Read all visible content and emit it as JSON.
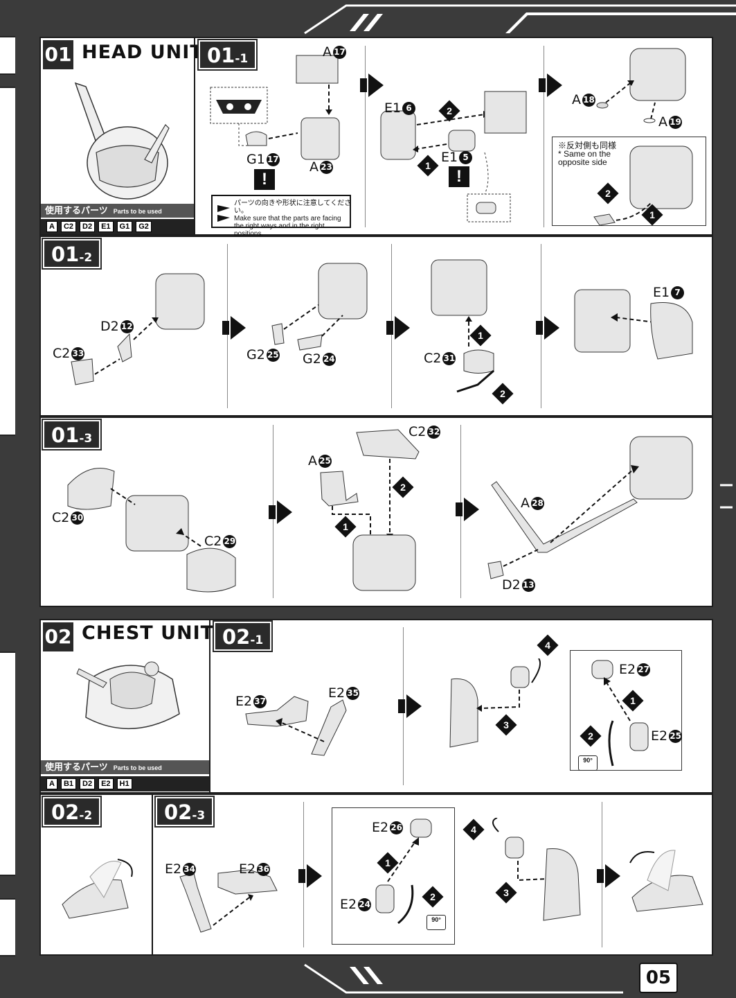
{
  "page": {
    "number": "05"
  },
  "head_unit": {
    "tag": "01",
    "title": "HEAD UNIT",
    "parts_label_jp": "使用するパーツ",
    "parts_label_en": "Parts to be used",
    "parts": [
      "A",
      "C2",
      "D2",
      "E1",
      "G1",
      "G2"
    ]
  },
  "step_01_1": {
    "tag": "01",
    "sub": "-1",
    "labels": {
      "a17": "A",
      "a23": "A",
      "g1_17": "G1",
      "e1_6": "E1",
      "e1_5": "E1",
      "a18": "A",
      "a19": "A"
    },
    "nums": {
      "a17": "17",
      "a23": "23",
      "g1_17": "17",
      "e1_6": "6",
      "e1_5": "5",
      "a18": "18",
      "a19": "19"
    },
    "steps": [
      "1",
      "2",
      "1",
      "2"
    ],
    "warn_symbol": "!",
    "caution_jp": "パーツの向きや形状に注意してください。",
    "caution_en": "Make sure that the parts are facing the right ways and in the right positions.",
    "same_side_jp": "※反対側も同様",
    "same_side_en": "* Same on the opposite side"
  },
  "step_01_2": {
    "tag": "01",
    "sub": "-2",
    "labels": {
      "d2_12": "D2",
      "c2_33": "C2",
      "g2_25": "G2",
      "g2_24": "G2",
      "c2_31": "C2",
      "e1_7": "E1"
    },
    "nums": {
      "d2_12": "12",
      "c2_33": "33",
      "g2_25": "25",
      "g2_24": "24",
      "c2_31": "31",
      "e1_7": "7"
    },
    "steps": [
      "1",
      "2"
    ]
  },
  "step_01_3": {
    "tag": "01",
    "sub": "-3",
    "labels": {
      "c2_30": "C2",
      "c2_29": "C2",
      "a25": "A",
      "c2_32": "C2",
      "a28": "A",
      "d2_13": "D2"
    },
    "nums": {
      "c2_30": "30",
      "c2_29": "29",
      "a25": "25",
      "c2_32": "32",
      "a28": "28",
      "d2_13": "13"
    },
    "steps": [
      "1",
      "2"
    ]
  },
  "chest_unit": {
    "tag": "02",
    "title": "CHEST UNIT",
    "parts_label_jp": "使用するパーツ",
    "parts_label_en": "Parts to be used",
    "parts": [
      "A",
      "B1",
      "D2",
      "E2",
      "H1"
    ]
  },
  "step_02_1": {
    "tag": "02",
    "sub": "-1",
    "labels": {
      "e2_37": "E2",
      "e2_35": "E2",
      "e2_27": "E2",
      "e2_25": "E2"
    },
    "nums": {
      "e2_37": "37",
      "e2_35": "35",
      "e2_27": "27",
      "e2_25": "25"
    },
    "steps": [
      "4",
      "3",
      "1",
      "2"
    ],
    "degree": "90°"
  },
  "step_02_2": {
    "tag": "02",
    "sub": "-2"
  },
  "step_02_3": {
    "tag": "02",
    "sub": "-3",
    "labels": {
      "e2_34": "E2",
      "e2_36": "E2",
      "e2_26": "E2",
      "e2_24": "E2"
    },
    "nums": {
      "e2_34": "34",
      "e2_36": "36",
      "e2_26": "26",
      "e2_24": "24"
    },
    "steps": [
      "1",
      "2",
      "4",
      "3"
    ],
    "degree": "90°"
  },
  "colors": {
    "frame": "#3b3b3b",
    "tag": "#2a2a2a",
    "panel": "#ffffff",
    "ink": "#111111"
  }
}
